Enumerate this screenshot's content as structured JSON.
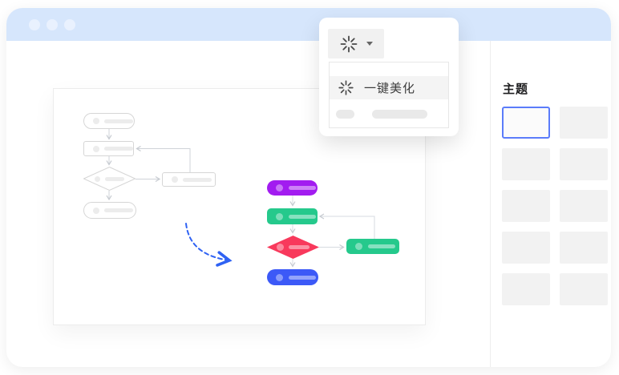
{
  "titlebar": {
    "bg": "#d6e6fc",
    "dot_color": "#e9f1fe"
  },
  "beautify_popup": {
    "button": {
      "icon": "beautify-starburst-icon"
    },
    "menu_item": {
      "icon": "beautify-starburst-icon",
      "label": "一键美化"
    }
  },
  "theme_panel": {
    "title": "主题",
    "thumbnail_count": 10,
    "selected_index": 0,
    "selected_border_color": "#5b7cfa"
  },
  "flowcharts": {
    "before": {
      "stroke": "#d6d6d6",
      "fill": "#ffffff"
    },
    "after": {
      "start_color": "#a21cf0",
      "step_color": "#25c98c",
      "decision_color": "#f8395c",
      "branch_color": "#25c98c",
      "end_color": "#3c59f7"
    },
    "beautify_arrow_color": "#2f62f3"
  }
}
